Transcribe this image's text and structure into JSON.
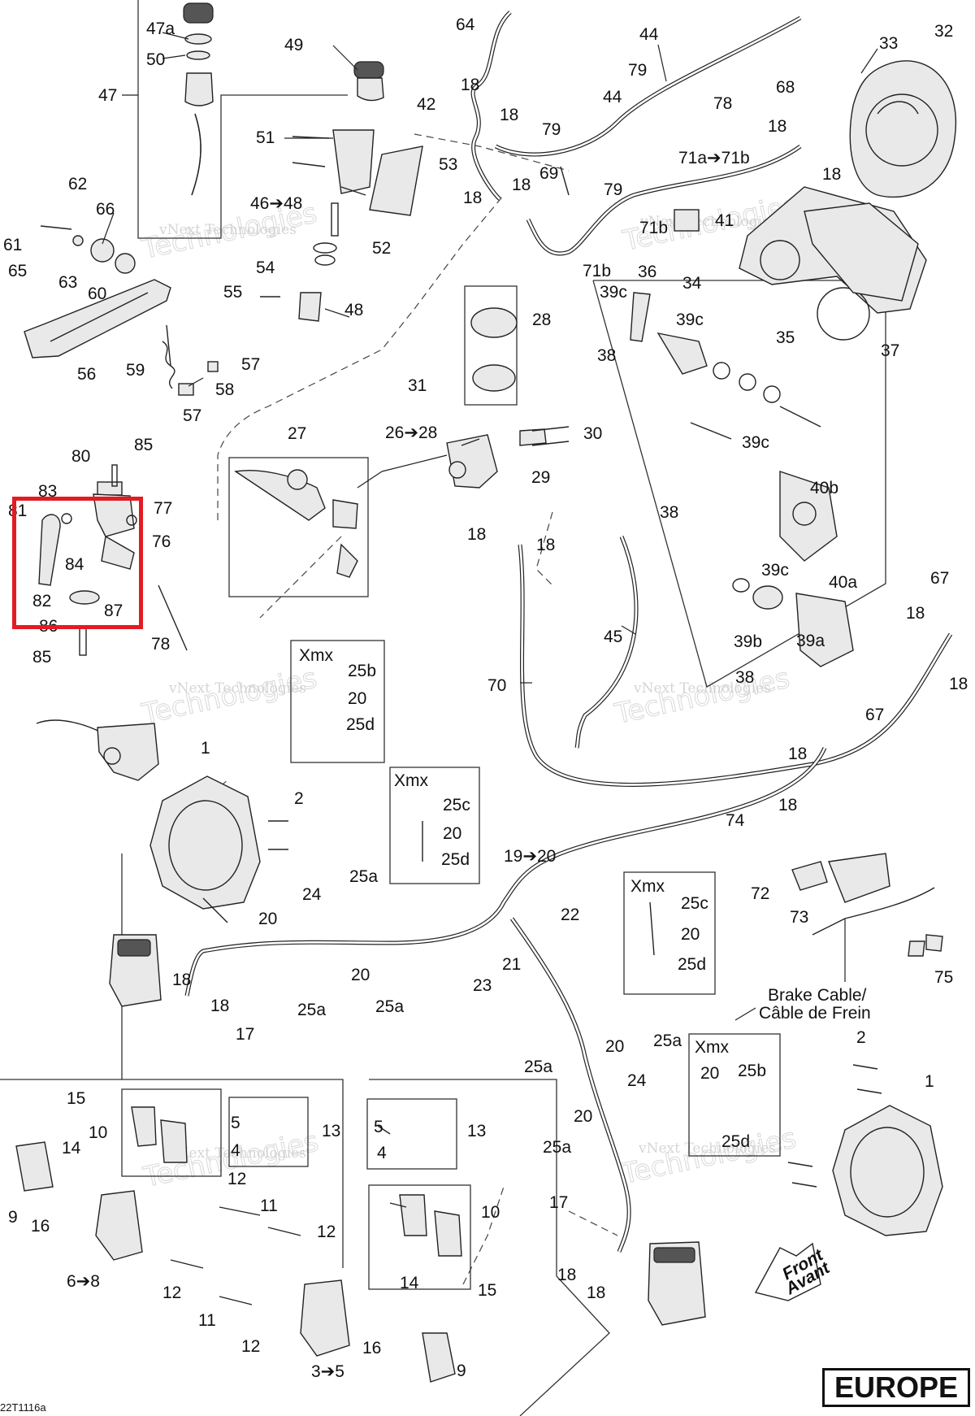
{
  "region_label": "EUROPE",
  "drawing_code": "22T1116a",
  "brake_cable_label": [
    "Brake Cable/",
    "Câble de Frein"
  ],
  "front_arrow_label": [
    "Front",
    "Avant"
  ],
  "xmx_label": "Xmx",
  "watermark": {
    "line1": "vNext Technologies",
    "line2": "Technologies"
  },
  "highlight": {
    "color": "#e31b23"
  },
  "callouts": [
    {
      "id": "c1",
      "t": "47a"
    },
    {
      "id": "c2",
      "t": "50"
    },
    {
      "id": "c3",
      "t": "47"
    },
    {
      "id": "c4",
      "t": "49"
    },
    {
      "id": "c5",
      "t": "64"
    },
    {
      "id": "c6",
      "t": "44"
    },
    {
      "id": "c7",
      "t": "79"
    },
    {
      "id": "c8",
      "t": "78"
    },
    {
      "id": "c9",
      "t": "33"
    },
    {
      "id": "c10",
      "t": "32"
    },
    {
      "id": "c11",
      "t": "68"
    },
    {
      "id": "c12",
      "t": "18"
    },
    {
      "id": "c13",
      "t": "18"
    },
    {
      "id": "c14",
      "t": "42"
    },
    {
      "id": "c15",
      "t": "18"
    },
    {
      "id": "c16",
      "t": "44"
    },
    {
      "id": "c17",
      "t": "79"
    },
    {
      "id": "c18",
      "t": "51"
    },
    {
      "id": "c19",
      "t": "53"
    },
    {
      "id": "c20",
      "t": "79"
    },
    {
      "id": "c21",
      "t": "69"
    },
    {
      "id": "c22",
      "t": "71a➔71b"
    },
    {
      "id": "c23",
      "t": "18"
    },
    {
      "id": "c24",
      "t": "46➔48"
    },
    {
      "id": "c25",
      "t": "18"
    },
    {
      "id": "c26",
      "t": "18"
    },
    {
      "id": "c27",
      "t": "41"
    },
    {
      "id": "c28",
      "t": "71b"
    },
    {
      "id": "c29",
      "t": "62"
    },
    {
      "id": "c30",
      "t": "66"
    },
    {
      "id": "c31",
      "t": "61"
    },
    {
      "id": "c32",
      "t": "65"
    },
    {
      "id": "c33",
      "t": "63"
    },
    {
      "id": "c34",
      "t": "60"
    },
    {
      "id": "c35",
      "t": "52"
    },
    {
      "id": "c36",
      "t": "54"
    },
    {
      "id": "c37",
      "t": "55"
    },
    {
      "id": "c38",
      "t": "48"
    },
    {
      "id": "c39",
      "t": "71b"
    },
    {
      "id": "c40",
      "t": "36"
    },
    {
      "id": "c41",
      "t": "34"
    },
    {
      "id": "c42",
      "t": "28"
    },
    {
      "id": "c43",
      "t": "39c"
    },
    {
      "id": "c44",
      "t": "39c"
    },
    {
      "id": "c45",
      "t": "35"
    },
    {
      "id": "c46",
      "t": "37"
    },
    {
      "id": "c47",
      "t": "38"
    },
    {
      "id": "c48",
      "t": "56"
    },
    {
      "id": "c49",
      "t": "59"
    },
    {
      "id": "c50",
      "t": "57"
    },
    {
      "id": "c51",
      "t": "58"
    },
    {
      "id": "c52",
      "t": "57"
    },
    {
      "id": "c53",
      "t": "31"
    },
    {
      "id": "c54",
      "t": "27"
    },
    {
      "id": "c55",
      "t": "26➔28"
    },
    {
      "id": "c56",
      "t": "30"
    },
    {
      "id": "c57",
      "t": "29"
    },
    {
      "id": "c58",
      "t": "39c"
    },
    {
      "id": "c59",
      "t": "40b"
    },
    {
      "id": "c60",
      "t": "38"
    },
    {
      "id": "c61",
      "t": "80"
    },
    {
      "id": "c62",
      "t": "85"
    },
    {
      "id": "c63",
      "t": "83"
    },
    {
      "id": "c64",
      "t": "77"
    },
    {
      "id": "c65",
      "t": "81"
    },
    {
      "id": "c66",
      "t": "76"
    },
    {
      "id": "c67",
      "t": "84"
    },
    {
      "id": "c68",
      "t": "82"
    },
    {
      "id": "c69",
      "t": "87"
    },
    {
      "id": "c70",
      "t": "86"
    },
    {
      "id": "c71",
      "t": "85"
    },
    {
      "id": "c72",
      "t": "78"
    },
    {
      "id": "c73",
      "t": "18"
    },
    {
      "id": "c74",
      "t": "18"
    },
    {
      "id": "c75",
      "t": "39c"
    },
    {
      "id": "c76",
      "t": "40a"
    },
    {
      "id": "c77",
      "t": "67"
    },
    {
      "id": "c78",
      "t": "18"
    },
    {
      "id": "c79",
      "t": "45"
    },
    {
      "id": "c80",
      "t": "39b"
    },
    {
      "id": "c81",
      "t": "39a"
    },
    {
      "id": "c82",
      "t": "25b"
    },
    {
      "id": "c83",
      "t": "20"
    },
    {
      "id": "c84",
      "t": "25d"
    },
    {
      "id": "c85",
      "t": "70"
    },
    {
      "id": "c86",
      "t": "38"
    },
    {
      "id": "c87",
      "t": "18"
    },
    {
      "id": "c88",
      "t": "67"
    },
    {
      "id": "c89",
      "t": "18"
    },
    {
      "id": "c90",
      "t": "18"
    },
    {
      "id": "c91",
      "t": "1"
    },
    {
      "id": "c92",
      "t": "2"
    },
    {
      "id": "c93",
      "t": "25c"
    },
    {
      "id": "c94",
      "t": "20"
    },
    {
      "id": "c95",
      "t": "25d"
    },
    {
      "id": "c96",
      "t": "19➔20"
    },
    {
      "id": "c97",
      "t": "74"
    },
    {
      "id": "c98",
      "t": "25a"
    },
    {
      "id": "c99",
      "t": "24"
    },
    {
      "id": "c100",
      "t": "72"
    },
    {
      "id": "c101",
      "t": "22"
    },
    {
      "id": "c102",
      "t": "25c"
    },
    {
      "id": "c103",
      "t": "73"
    },
    {
      "id": "c104",
      "t": "20"
    },
    {
      "id": "c105",
      "t": "20"
    },
    {
      "id": "c106",
      "t": "21"
    },
    {
      "id": "c107",
      "t": "25d"
    },
    {
      "id": "c108",
      "t": "23"
    },
    {
      "id": "c109",
      "t": "20"
    },
    {
      "id": "c110",
      "t": "75"
    },
    {
      "id": "c111",
      "t": "18"
    },
    {
      "id": "c112",
      "t": "18"
    },
    {
      "id": "c113",
      "t": "25a"
    },
    {
      "id": "c114",
      "t": "25a"
    },
    {
      "id": "c115",
      "t": "17"
    },
    {
      "id": "c116",
      "t": "20"
    },
    {
      "id": "c117",
      "t": "25a"
    },
    {
      "id": "c118",
      "t": "2"
    },
    {
      "id": "c119",
      "t": "25a"
    },
    {
      "id": "c120",
      "t": "20"
    },
    {
      "id": "c121",
      "t": "25b"
    },
    {
      "id": "c122",
      "t": "24"
    },
    {
      "id": "c123",
      "t": "1"
    },
    {
      "id": "c124",
      "t": "15"
    },
    {
      "id": "c125",
      "t": "5"
    },
    {
      "id": "c126",
      "t": "13"
    },
    {
      "id": "c127",
      "t": "5"
    },
    {
      "id": "c128",
      "t": "13"
    },
    {
      "id": "c129",
      "t": "10"
    },
    {
      "id": "c130",
      "t": "4"
    },
    {
      "id": "c131",
      "t": "20"
    },
    {
      "id": "c132",
      "t": "25a"
    },
    {
      "id": "c133",
      "t": "14"
    },
    {
      "id": "c134",
      "t": "12"
    },
    {
      "id": "c135",
      "t": "4"
    },
    {
      "id": "c136",
      "t": "25d"
    },
    {
      "id": "c137",
      "t": "9"
    },
    {
      "id": "c138",
      "t": "11"
    },
    {
      "id": "c139",
      "t": "10"
    },
    {
      "id": "c140",
      "t": "16"
    },
    {
      "id": "c141",
      "t": "12"
    },
    {
      "id": "c142",
      "t": "17"
    },
    {
      "id": "c143",
      "t": "6➔8"
    },
    {
      "id": "c144",
      "t": "14"
    },
    {
      "id": "c145",
      "t": "15"
    },
    {
      "id": "c146",
      "t": "18"
    },
    {
      "id": "c147",
      "t": "18"
    },
    {
      "id": "c148",
      "t": "12"
    },
    {
      "id": "c149",
      "t": "11"
    },
    {
      "id": "c150",
      "t": "12"
    },
    {
      "id": "c151",
      "t": "16"
    },
    {
      "id": "c152",
      "t": "3➔5"
    },
    {
      "id": "c153",
      "t": "9"
    }
  ]
}
